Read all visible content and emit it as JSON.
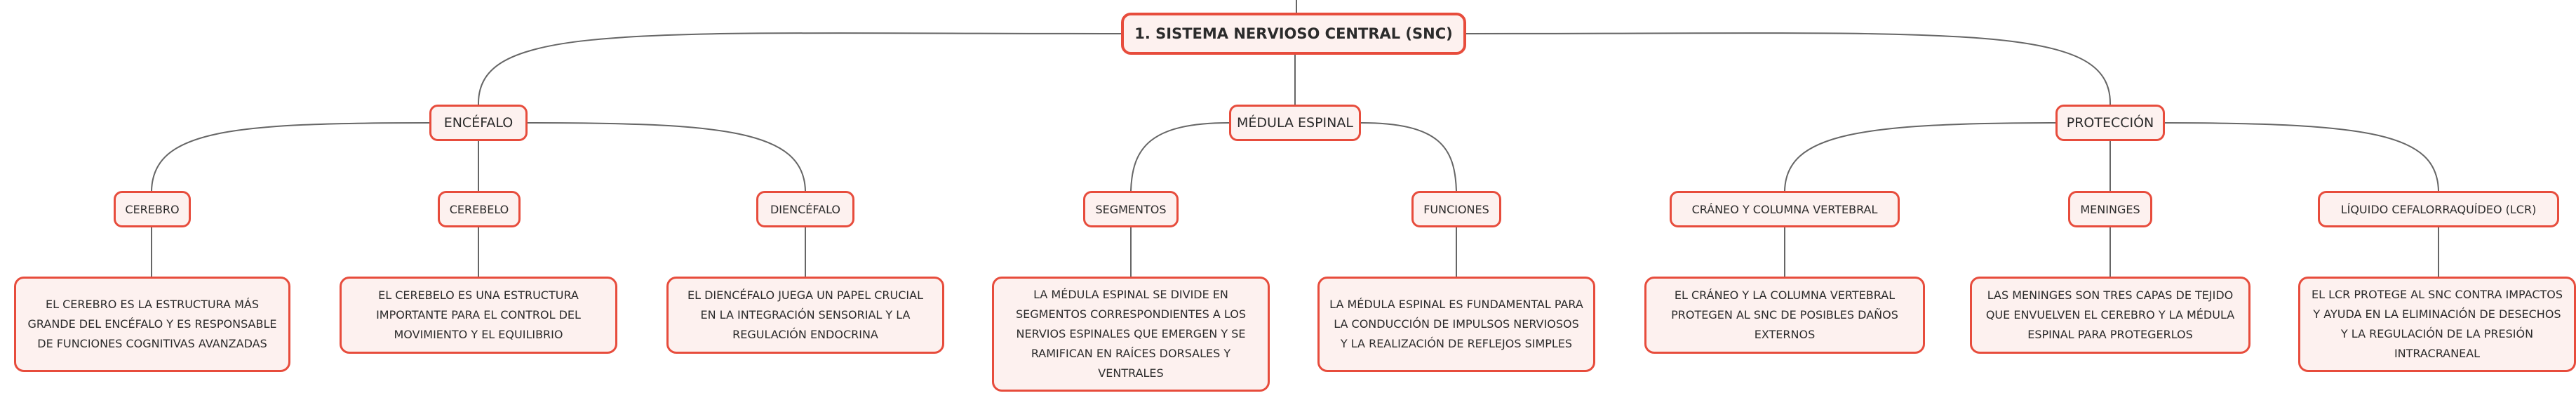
{
  "root": {
    "label": "1. SISTEMA NERVIOSO CENTRAL (SNC)"
  },
  "branches": [
    {
      "label": "ENCÉFALO",
      "children": [
        {
          "label": "CEREBRO",
          "text": "EL CEREBRO ES LA ESTRUCTURA MÁS GRANDE DEL ENCÉFALO Y ES RESPONSABLE DE FUNCIONES COGNITIVAS AVANZADAS"
        },
        {
          "label": "CEREBELO",
          "text": "EL CEREBELO ES UNA ESTRUCTURA IMPORTANTE PARA EL CONTROL DEL MOVIMIENTO Y EL EQUILIBRIO"
        },
        {
          "label": "DIENCÉFALO",
          "text": "EL DIENCÉFALO JUEGA UN PAPEL CRUCIAL EN LA INTEGRACIÓN SENSORIAL Y LA REGULACIÓN ENDOCRINA"
        }
      ]
    },
    {
      "label": "MÉDULA ESPINAL",
      "children": [
        {
          "label": "SEGMENTOS",
          "text": "LA MÉDULA ESPINAL SE DIVIDE EN SEGMENTOS CORRESPONDIENTES A LOS NERVIOS ESPINALES QUE EMERGEN Y SE RAMIFICAN EN RAÍCES DORSALES Y VENTRALES"
        },
        {
          "label": "FUNCIONES",
          "text": "LA MÉDULA ESPINAL ES FUNDAMENTAL PARA LA CONDUCCIÓN DE IMPULSOS NERVIOSOS Y LA REALIZACIÓN DE REFLEJOS SIMPLES"
        }
      ]
    },
    {
      "label": "PROTECCIÓN",
      "children": [
        {
          "label": "CRÁNEO Y COLUMNA VERTEBRAL",
          "text": "EL CRÁNEO Y LA COLUMNA VERTEBRAL PROTEGEN AL SNC DE POSIBLES DAÑOS EXTERNOS"
        },
        {
          "label": "MENINGES",
          "text": "LAS MENINGES SON TRES CAPAS DE TEJIDO QUE ENVUELVEN EL CEREBRO Y LA MÉDULA ESPINAL PARA PROTEGERLOS"
        },
        {
          "label": "LÍQUIDO CEFALORRAQUÍDEO (LCR)",
          "text": "EL LCR PROTEGE AL SNC CONTRA IMPACTOS Y AYUDA EN LA ELIMINACIÓN DE DESECHOS Y LA REGULACIÓN DE LA PRESIÓN INTRACRANEAL"
        }
      ]
    }
  ],
  "colors": {
    "border": "#e74c3c",
    "fill": "#fdf1ef",
    "line": "#666666",
    "text": "#2b2b2b"
  }
}
